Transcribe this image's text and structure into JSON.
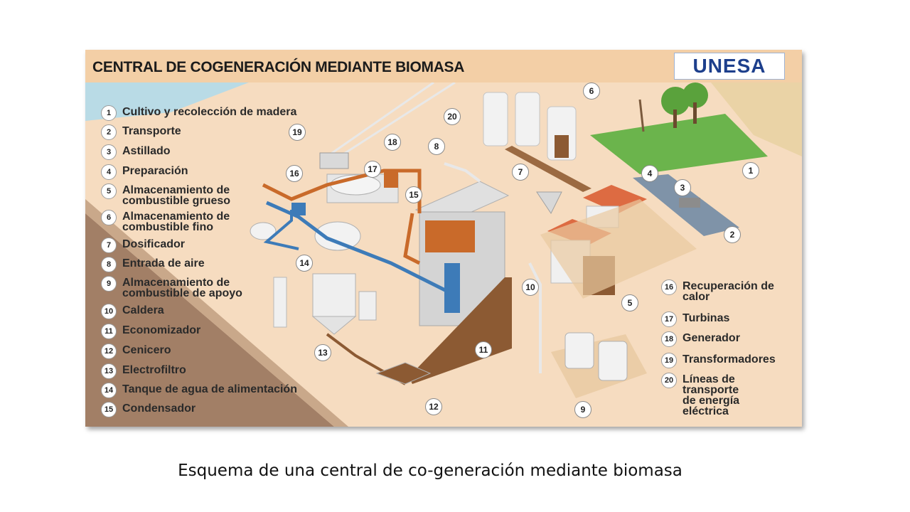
{
  "figure": {
    "title": "CENTRAL DE COGENERACIÓN MEDIANTE BIOMASA",
    "logo": "UNESA",
    "colors": {
      "background": "#f6dcc0",
      "water": "#b9dbe6",
      "ground": "#a27f66",
      "roof": "#dd6b42",
      "pipe_hot": "#c96a2a",
      "pipe_cold": "#3d7bb8",
      "vegetation": "#6bb44c"
    },
    "legend_left": [
      {
        "num": "1",
        "label": "Cultivo y recolección de madera"
      },
      {
        "num": "2",
        "label": "Transporte"
      },
      {
        "num": "3",
        "label": "Astillado"
      },
      {
        "num": "4",
        "label": "Preparación"
      },
      {
        "num": "5",
        "label": "Almacenamiento de\ncombustible grueso"
      },
      {
        "num": "6",
        "label": "Almacenamiento de\ncombustible fino"
      },
      {
        "num": "7",
        "label": "Dosificador"
      },
      {
        "num": "8",
        "label": "Entrada de aire"
      },
      {
        "num": "9",
        "label": "Almacenamiento de\ncombustible de apoyo"
      },
      {
        "num": "10",
        "label": "Caldera"
      },
      {
        "num": "11",
        "label": "Economizador"
      },
      {
        "num": "12",
        "label": "Cenicero"
      },
      {
        "num": "13",
        "label": "Electrofiltro"
      },
      {
        "num": "14",
        "label": "Tanque de agua de alimentación"
      },
      {
        "num": "15",
        "label": "Condensador"
      }
    ],
    "legend_right": [
      {
        "num": "16",
        "label": "Recuperación de\ncalor"
      },
      {
        "num": "17",
        "label": "Turbinas"
      },
      {
        "num": "18",
        "label": "Generador"
      },
      {
        "num": "19",
        "label": "Transformadores"
      },
      {
        "num": "20",
        "label": "Líneas de\ntransporte\nde energía\neléctrica"
      }
    ],
    "callouts": [
      "1",
      "2",
      "3",
      "4",
      "5",
      "6",
      "7",
      "8",
      "9",
      "10",
      "11",
      "12",
      "13",
      "14",
      "15",
      "16",
      "17",
      "18",
      "19",
      "20"
    ]
  },
  "caption": "Esquema de una central de co-generación mediante biomasa"
}
